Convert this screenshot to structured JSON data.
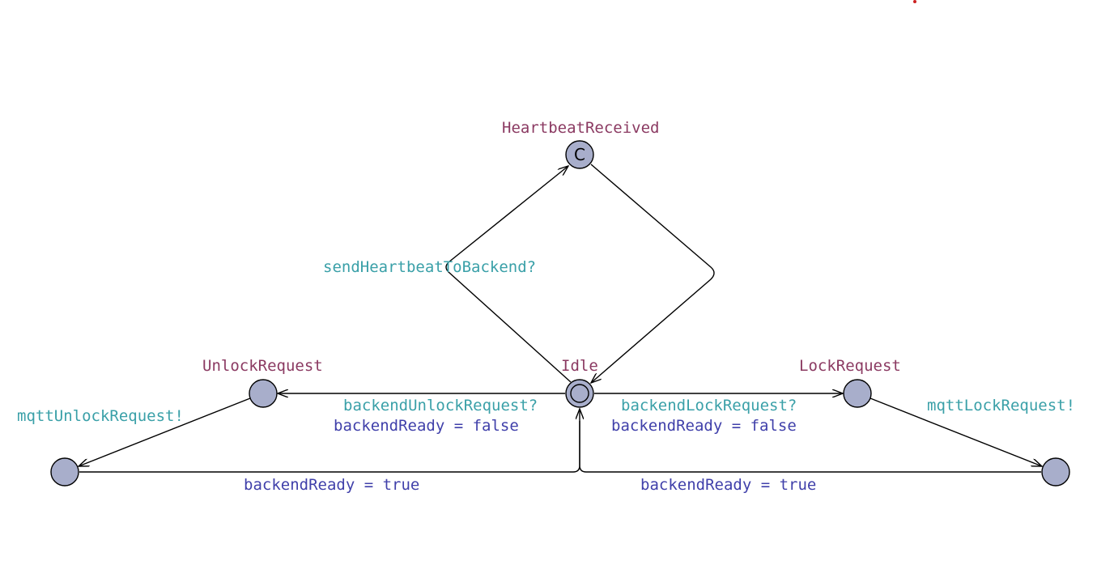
{
  "colors": {
    "location_fill": "#a8aecb",
    "location_name": "#8b3a62",
    "sync_label": "#3aa0a8",
    "update_label": "#4040aa",
    "edge": "#000000",
    "marker": "#cc2222"
  },
  "locations": {
    "heartbeat": {
      "name": "HeartbeatReceived",
      "marker": "C"
    },
    "idle": {
      "name": "Idle"
    },
    "unlock": {
      "name": "UnlockRequest"
    },
    "lock": {
      "name": "LockRequest"
    },
    "unlock_sink": {
      "name": ""
    },
    "lock_sink": {
      "name": ""
    }
  },
  "edges": {
    "idle_to_heartbeat": {
      "sync": "sendHeartbeatToBackend?"
    },
    "heartbeat_to_idle": {},
    "idle_to_unlock": {
      "sync": "backendUnlockRequest?",
      "update": "backendReady = false"
    },
    "idle_to_lock": {
      "sync": "backendLockRequest?",
      "update": "backendReady = false"
    },
    "unlock_to_sink": {
      "sync": "mqttUnlockRequest!"
    },
    "lock_to_sink": {
      "sync": "mqttLockRequest!"
    },
    "unlock_sink_to_idle": {
      "update": "backendReady = true"
    },
    "lock_sink_to_idle": {
      "update": "backendReady = true"
    }
  }
}
